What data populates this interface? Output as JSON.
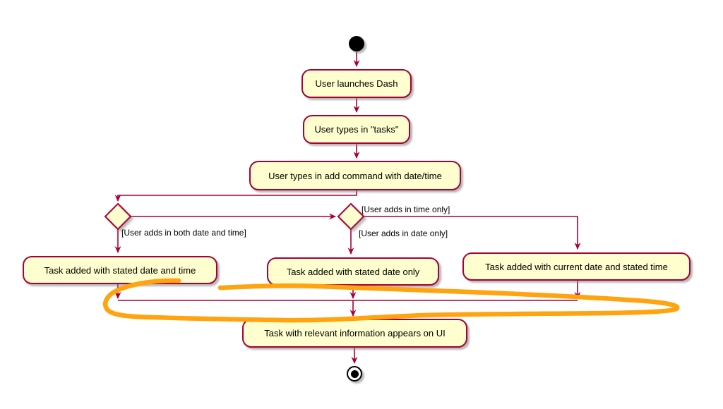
{
  "diagram_type": "activity-flowchart",
  "nodes": {
    "launch": "User launches Dash",
    "types_tasks": "User types in \"tasks\"",
    "add_command": "User types in add command with date/time",
    "task_both": "Task added with stated date and time",
    "task_date_only": "Task added with stated date only",
    "task_current_date": "Task added with current date and stated time",
    "task_ui": "Task with relevant information appears on UI"
  },
  "guards": {
    "both": "[User adds in both date and time]",
    "time_only": "[User adds in time only]",
    "date_only": "[User adds in date only]"
  },
  "colors": {
    "node_fill": "#FEFECE",
    "node_border": "#A80036",
    "edge": "#A80036",
    "text": "#000000",
    "start_end": "#000000",
    "annotation": "#FFA30F",
    "background": "#FFFFFF"
  }
}
